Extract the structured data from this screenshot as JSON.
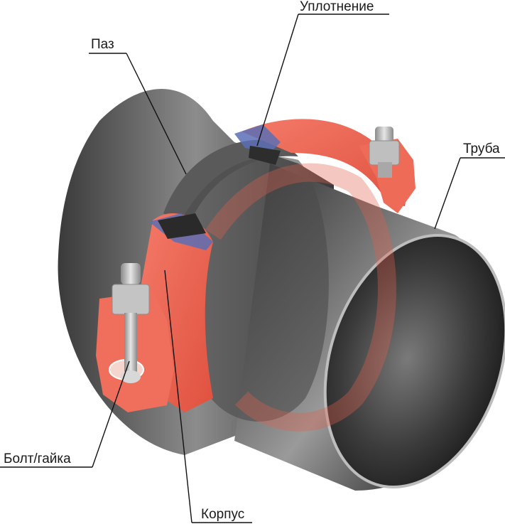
{
  "labels": {
    "seal": "Уплотнение",
    "groove": "Паз",
    "pipe": "Труба",
    "bolt_nut": "Болт/гайка",
    "housing": "Корпус"
  },
  "colors": {
    "housing": "#f06a5a",
    "housing_dark": "#d9503f",
    "pipe_dark": "#2b2b2b",
    "pipe_light": "#8a8a8a",
    "seal": "#5a6fb5",
    "bolt": "#c8c8c8"
  }
}
